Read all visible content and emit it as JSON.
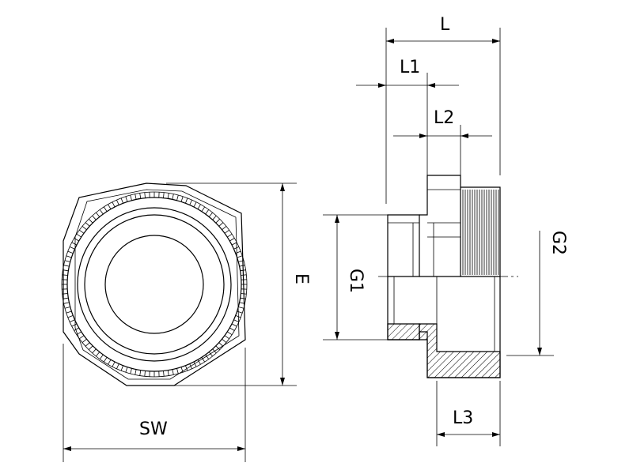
{
  "labels": {
    "sw": "SW",
    "e": "E",
    "l": "L",
    "l1": "L1",
    "l2": "L2",
    "l3": "L3",
    "g1": "G1",
    "g2": "G2"
  },
  "colors": {
    "line": "#000000",
    "hatch": "#000000",
    "background": "#ffffff"
  }
}
